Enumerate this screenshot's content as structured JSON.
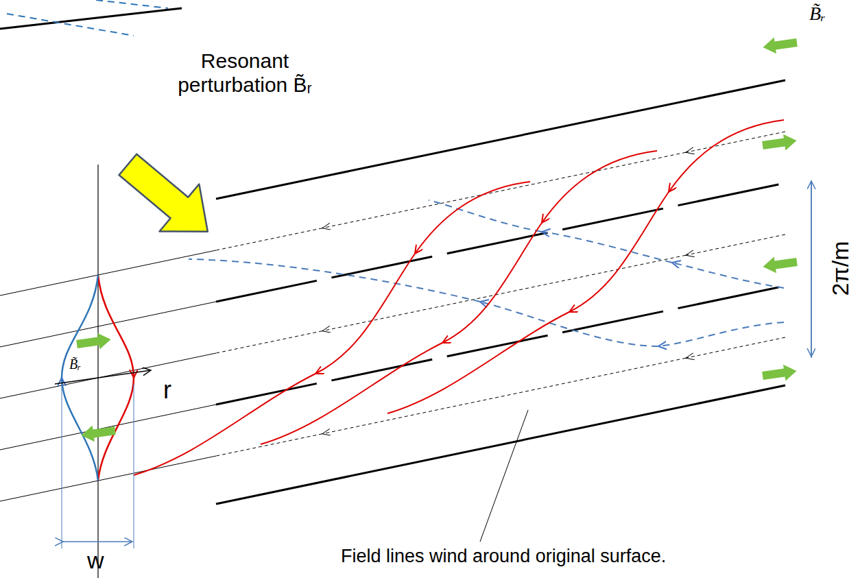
{
  "diagram": {
    "labels": [
      "Resonant perturbation B̃ᵣ",
      "B̃ᵣ",
      "2π/m",
      "B̃ᵣ",
      "r",
      "w",
      "Field lines wind around original surface."
    ]
  }
}
